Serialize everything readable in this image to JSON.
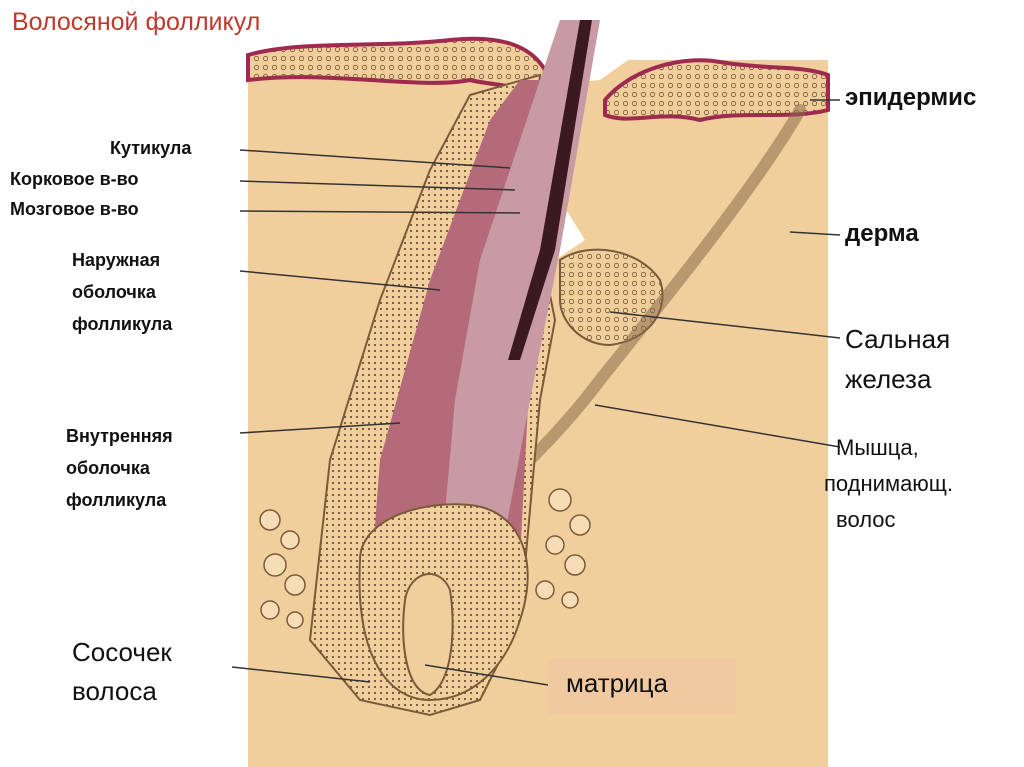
{
  "title": "Волосяной фолликул",
  "colors": {
    "title": "#c0392b",
    "dermis": "#f1cf9c",
    "epidermis_outline": "#9e2a4f",
    "root_sheath": "#b56a7a",
    "hair_shaft": "#c89aa4",
    "medulla": "#3a1a1e",
    "matrix_box": "#f1c9a0"
  },
  "labels": {
    "cuticle": "Кутикула",
    "cortex": "Корковое в-во",
    "medulla": "Мозговое в-во",
    "outer_sheath": [
      "Наружная",
      "оболочка",
      "фолликула"
    ],
    "inner_sheath": [
      "Внутренняя",
      "оболочка",
      "фолликула"
    ],
    "papilla": [
      "Сосочек",
      "волоса"
    ],
    "matrix": "матрица",
    "epidermis": "эпидермис",
    "dermis": "дерма",
    "sebaceous_gland": [
      "Сальная",
      "железа"
    ],
    "arrector_muscle": [
      "Мышца,",
      "поднимающ.",
      "волос"
    ]
  }
}
